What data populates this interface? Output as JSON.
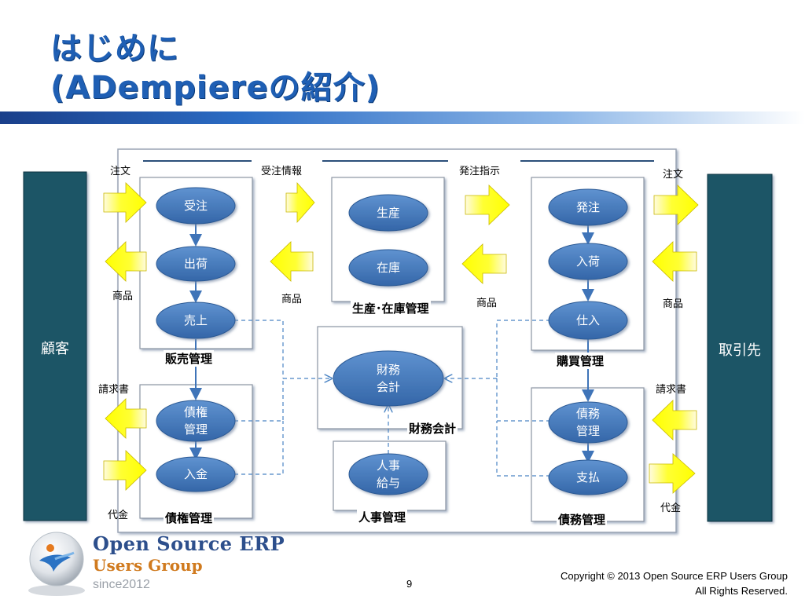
{
  "title": {
    "line1": "はじめに",
    "line2": "(ADempiereの紹介)"
  },
  "customer": "顧客",
  "supplier": "取引先",
  "flow_labels": {
    "order_left": "注文",
    "order_info": "受注情報",
    "order_instruction": "発注指示",
    "order_right": "注文",
    "goods_1": "商品",
    "goods_2": "商品",
    "goods_3": "商品",
    "goods_4": "商品",
    "invoice_left": "請求書",
    "invoice_right": "請求書",
    "payment_left": "代金",
    "payment_right": "代金"
  },
  "modules": {
    "sales": "販売管理",
    "production": "生産･在庫管理",
    "purchasing": "購買管理",
    "finance": "財務会計",
    "receivables": "債権管理",
    "hr": "人事管理",
    "payables": "債務管理"
  },
  "nodes": {
    "order_receipt": "受注",
    "shipment": "出荷",
    "sales_node": "売上",
    "production_node": "生産",
    "inventory": "在庫",
    "purchase_order": "発注",
    "receiving": "入荷",
    "procurement": "仕入",
    "finance_line1": "財務",
    "finance_line2": "会計",
    "receivables_line1": "債権",
    "receivables_line2": "管理",
    "deposit": "入金",
    "hr_line1": "人事",
    "hr_line2": "給与",
    "payables_line1": "債務",
    "payables_line2": "管理",
    "payment": "支払"
  },
  "footer": {
    "logo_line1": "Open Source ERP",
    "logo_line2": "Users Group",
    "logo_since": "since2012",
    "page_number": "9",
    "copyright_line1": "Copyright © 2013 Open Source ERP Users Group",
    "copyright_line2": "All Rights Reserved."
  },
  "colors": {
    "title": "#1f5fb4",
    "oval": "#3f74b8",
    "side_box": "#1d5566",
    "arrow": "#ffff00",
    "dashed_line": "#4a84c4"
  }
}
